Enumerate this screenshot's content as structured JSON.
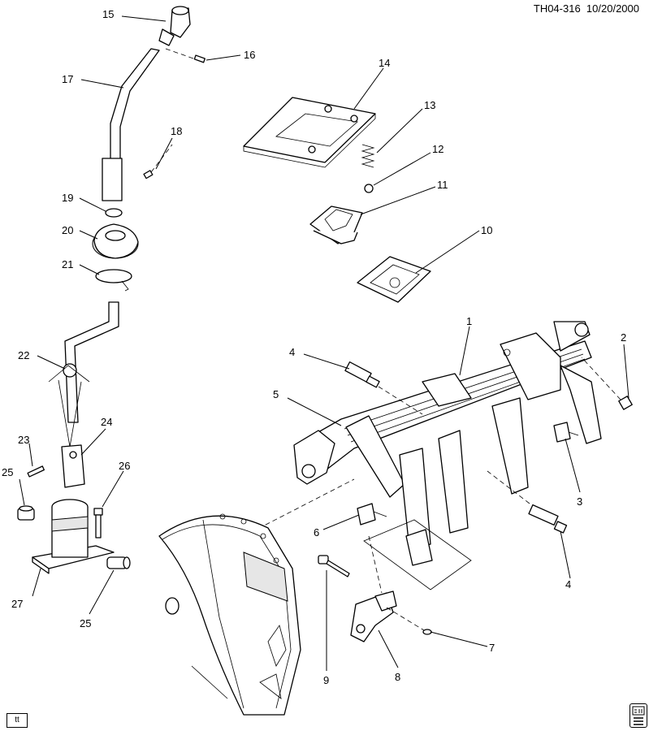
{
  "header": {
    "drawing_id": "TH04-316",
    "date": "10/20/2000"
  },
  "footer": {
    "code": "tt",
    "logo": "gm-spo-logo"
  },
  "callouts": [
    {
      "id": "c1",
      "label": "1"
    },
    {
      "id": "c2",
      "label": "2"
    },
    {
      "id": "c3",
      "label": "3"
    },
    {
      "id": "c4a",
      "label": "4"
    },
    {
      "id": "c4b",
      "label": "4"
    },
    {
      "id": "c5",
      "label": "5"
    },
    {
      "id": "c6",
      "label": "6"
    },
    {
      "id": "c7",
      "label": "7"
    },
    {
      "id": "c8",
      "label": "8"
    },
    {
      "id": "c9",
      "label": "9"
    },
    {
      "id": "c10",
      "label": "10"
    },
    {
      "id": "c11",
      "label": "11"
    },
    {
      "id": "c12",
      "label": "12"
    },
    {
      "id": "c13",
      "label": "13"
    },
    {
      "id": "c14",
      "label": "14"
    },
    {
      "id": "c15",
      "label": "15"
    },
    {
      "id": "c16",
      "label": "16"
    },
    {
      "id": "c17",
      "label": "17"
    },
    {
      "id": "c18",
      "label": "18"
    },
    {
      "id": "c19",
      "label": "19"
    },
    {
      "id": "c20",
      "label": "20"
    },
    {
      "id": "c21",
      "label": "21"
    },
    {
      "id": "c22",
      "label": "22"
    },
    {
      "id": "c23",
      "label": "23"
    },
    {
      "id": "c24",
      "label": "24"
    },
    {
      "id": "c25a",
      "label": "25"
    },
    {
      "id": "c25b",
      "label": "25"
    },
    {
      "id": "c26",
      "label": "26"
    },
    {
      "id": "c27",
      "label": "27"
    }
  ]
}
